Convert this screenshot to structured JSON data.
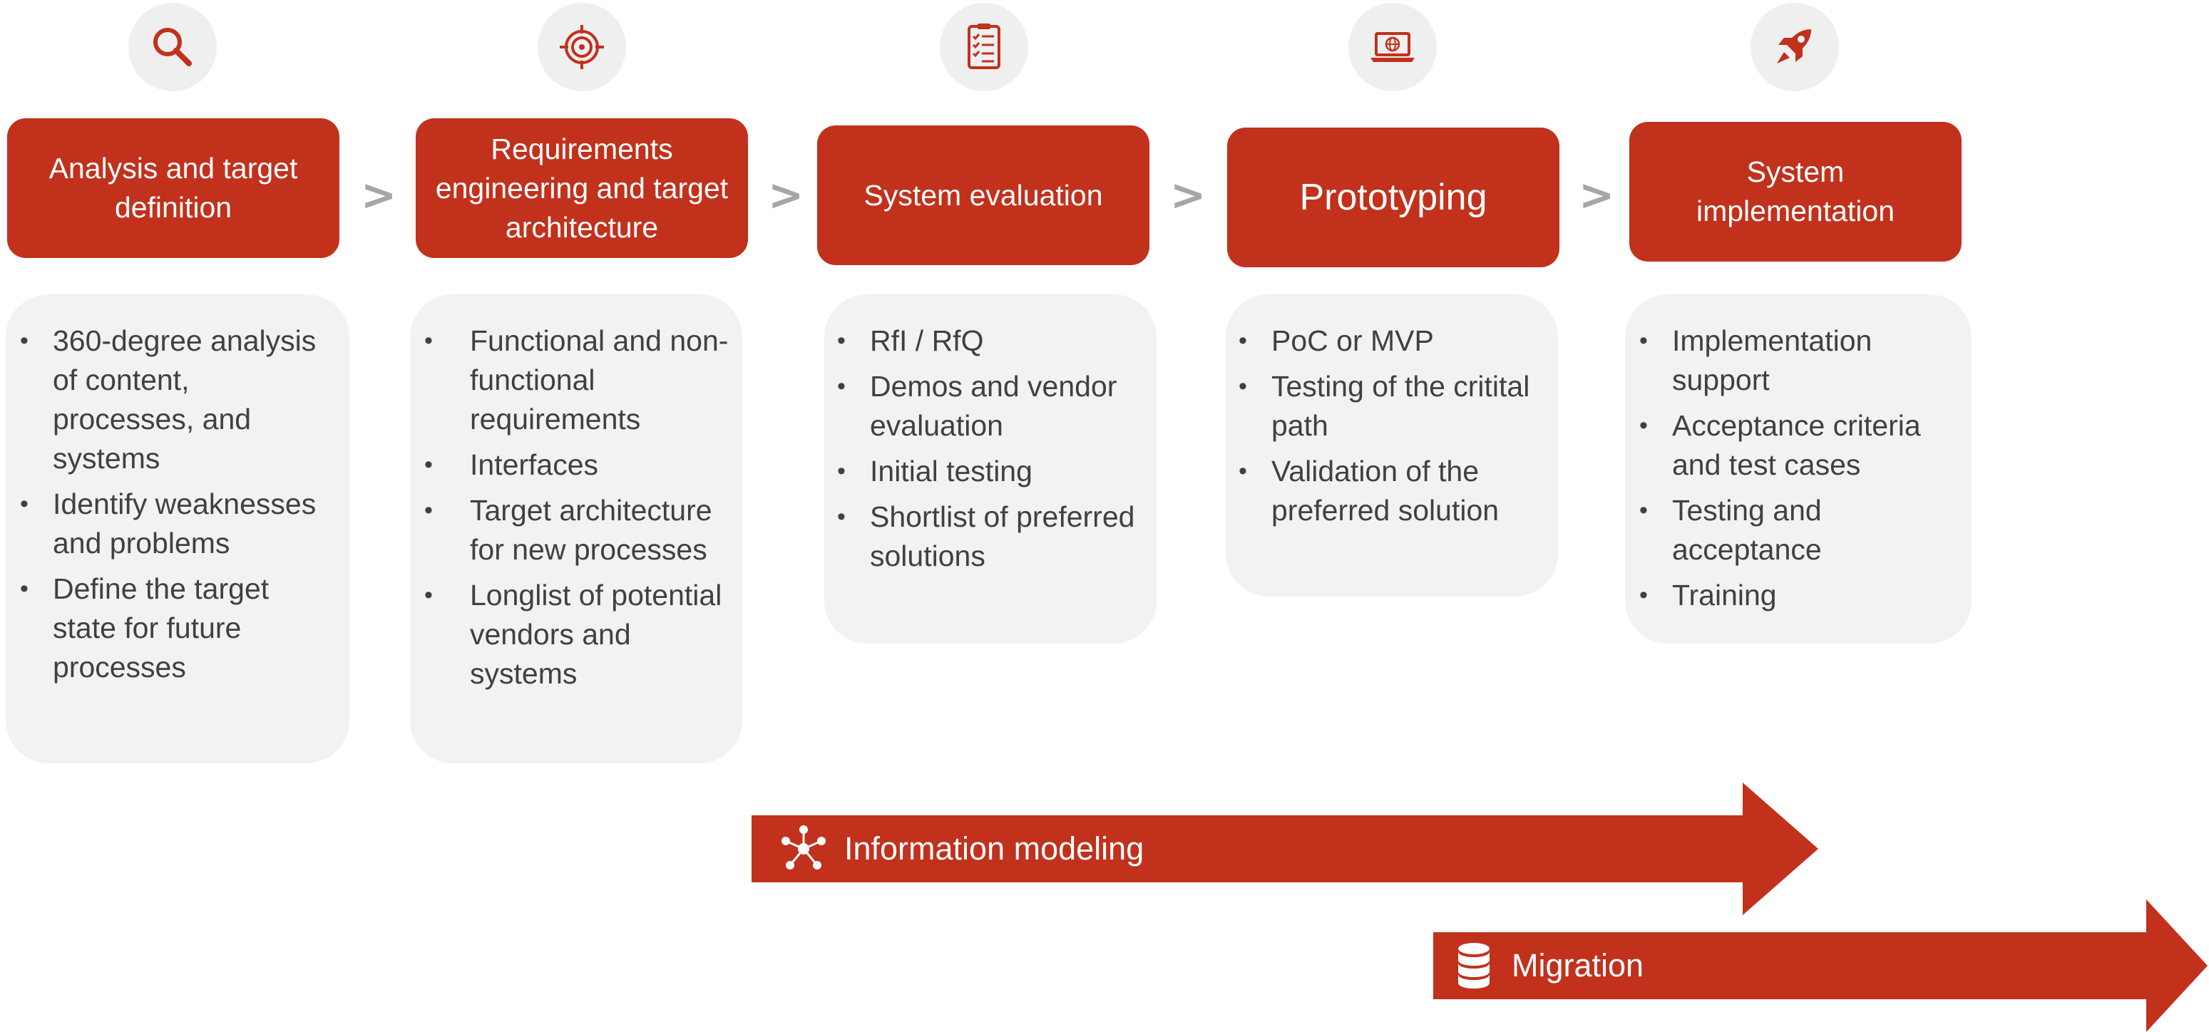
{
  "colors": {
    "accent": "#c1311c",
    "card_bg": "#f2f2f2",
    "icon_bg": "#efefef",
    "chevron": "#a6a6a6",
    "text": "#404040"
  },
  "separator": ">",
  "phases": [
    {
      "icon": "magnifier-icon",
      "title": "Analysis and target definition",
      "bullets": [
        "360-degree analysis of content, processes, and systems",
        "Identify weaknesses and problems",
        "Define the target state for future processes"
      ]
    },
    {
      "icon": "target-icon",
      "title": "Requirements engineering and target architecture",
      "bullets": [
        "Functional and non-functional requirements",
        "Interfaces",
        "Target architecture for new processes",
        "Longlist of potential vendors and systems"
      ]
    },
    {
      "icon": "checklist-icon",
      "title": "System evaluation",
      "bullets": [
        "RfI / RfQ",
        "Demos and vendor evaluation",
        "Initial testing",
        "Shortlist of preferred solutions"
      ]
    },
    {
      "icon": "laptop-globe-icon",
      "title": "Prototyping",
      "bullets": [
        "PoC or MVP",
        "Testing of the critital path",
        "Validation of the preferred solution"
      ]
    },
    {
      "icon": "rocket-icon",
      "title": "System implementation",
      "bullets": [
        "Implementation support",
        "Acceptance criteria and test cases",
        "Testing and acceptance",
        "Training"
      ]
    }
  ],
  "bars": [
    {
      "icon": "network-icon",
      "label": "Information modeling"
    },
    {
      "icon": "database-icon",
      "label": "Migration"
    }
  ]
}
